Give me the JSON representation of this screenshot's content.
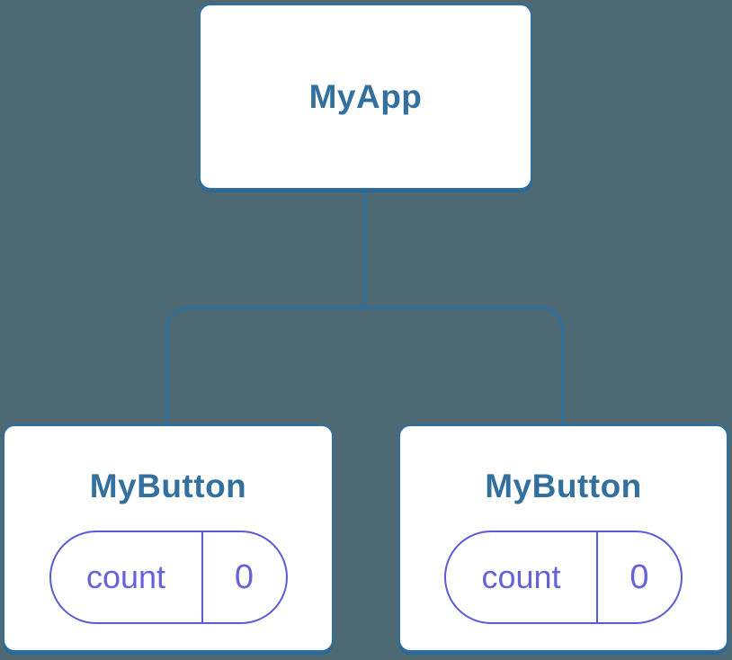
{
  "diagram": {
    "type": "component-tree",
    "colors": {
      "background": "#4D6A74",
      "node_fill": "#FFFFFF",
      "node_border": "#2E6F9F",
      "node_title_text": "#34709E",
      "state_border": "#5B5BD6",
      "state_text": "#6663DA"
    },
    "root": {
      "label": "MyApp"
    },
    "children": [
      {
        "label": "MyButton",
        "state": {
          "key": "count",
          "value": "0"
        }
      },
      {
        "label": "MyButton",
        "state": {
          "key": "count",
          "value": "0"
        }
      }
    ]
  }
}
